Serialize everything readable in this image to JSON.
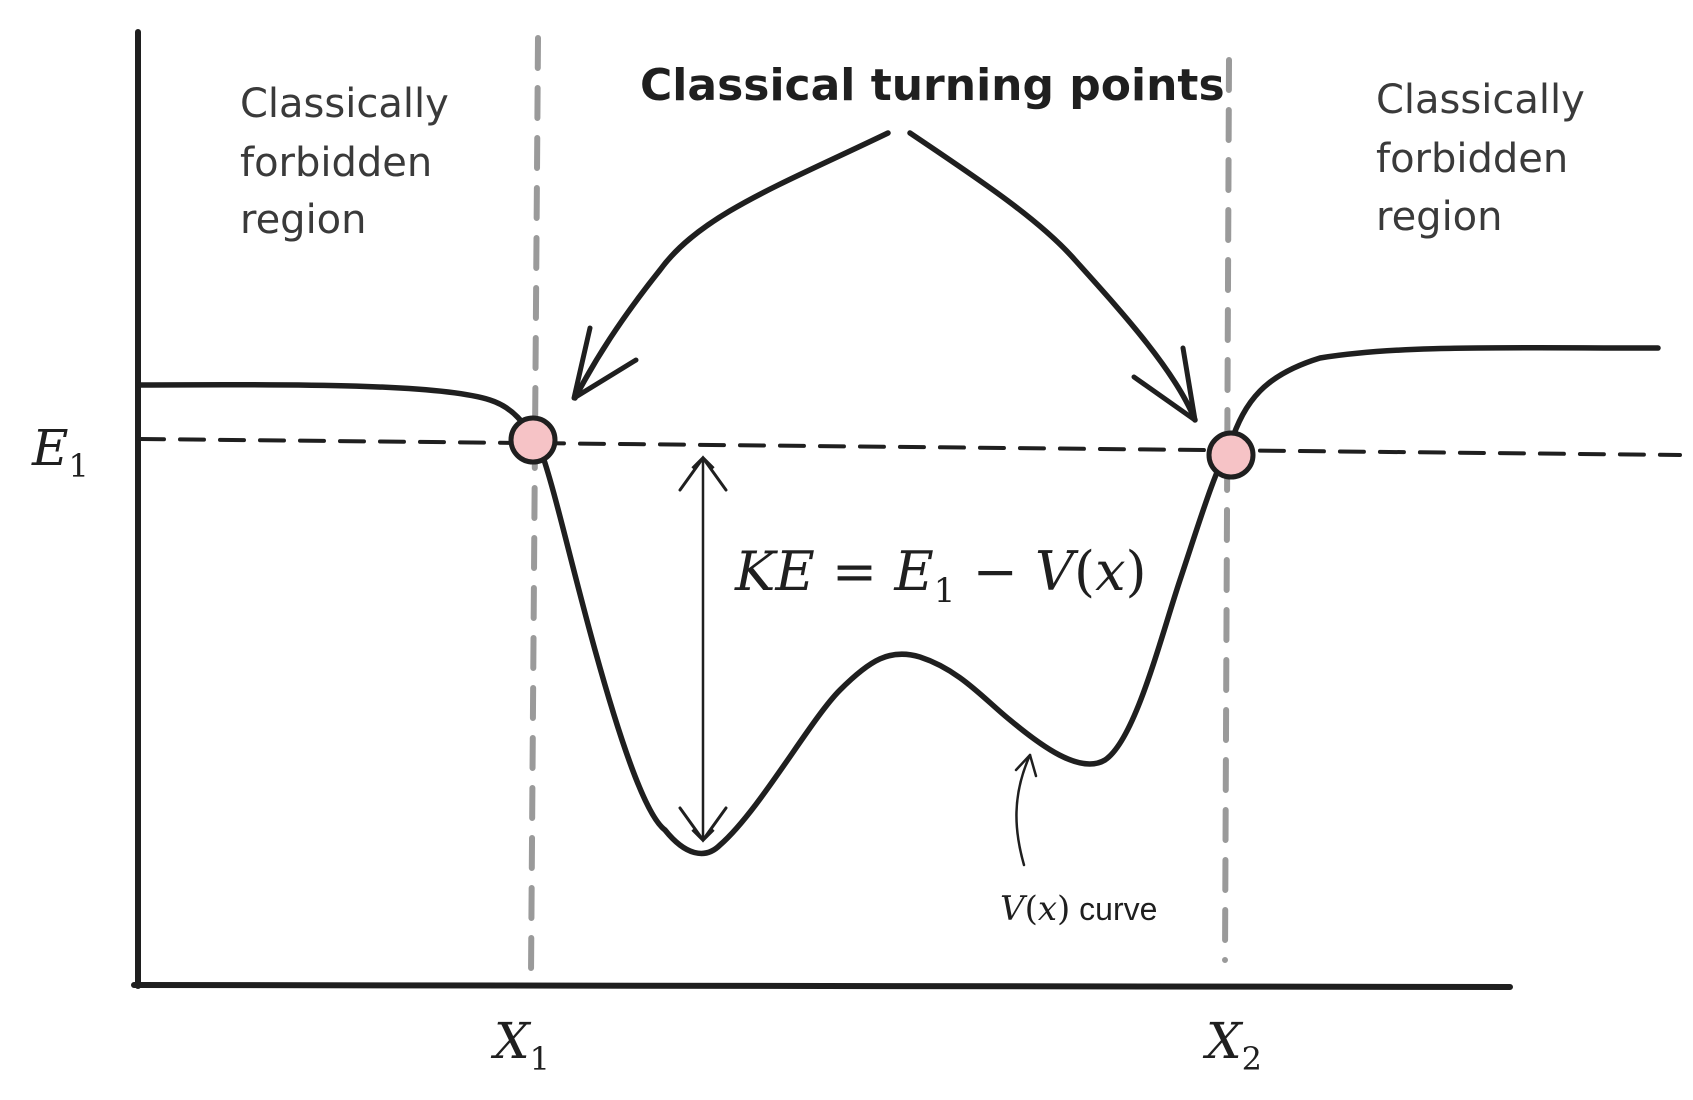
{
  "colors": {
    "ink": "#1f1f1f",
    "guide": "#9a9a9a",
    "turning_point_fill": "#f6c3c6"
  },
  "labels": {
    "title": "Classical turning points",
    "left_region": [
      "Classically",
      "forbidden",
      "region"
    ],
    "right_region": [
      "Classically",
      "forbidden",
      "region"
    ],
    "energy_level": {
      "symbol": "E",
      "subscript": "1"
    },
    "x1": {
      "symbol": "X",
      "subscript": "1"
    },
    "x2": {
      "symbol": "X",
      "subscript": "2"
    },
    "ke_equation": {
      "lhs": "KE",
      "equals": " = ",
      "e": "E",
      "e_sub": "1",
      "minus": " − ",
      "v": "V",
      "open": "(",
      "x": "x",
      "close": ")"
    },
    "curve_label": {
      "v": "V",
      "open": "(",
      "x": "x",
      "close": ")",
      "text": " curve"
    }
  }
}
